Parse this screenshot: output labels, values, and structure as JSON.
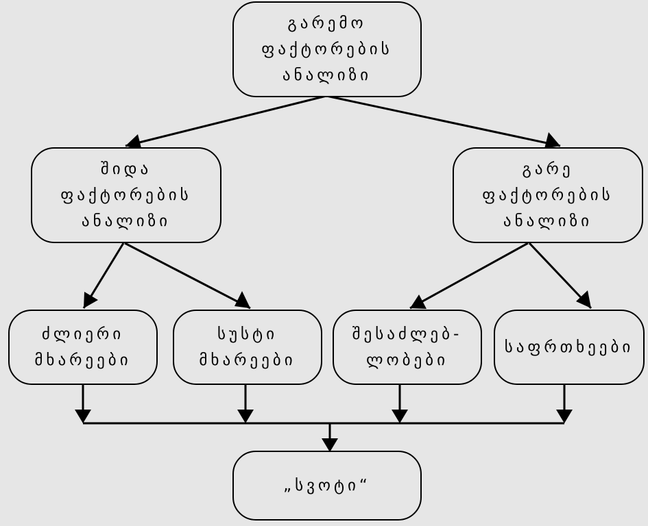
{
  "diagram": {
    "title": "",
    "nodes": {
      "env_analysis": {
        "lines": [
          "გარემო",
          "ფაქტორების",
          "ანალიზი"
        ]
      },
      "internal_analysis": {
        "lines": [
          "შიდა",
          "ფაქტორების",
          "ანალიზი"
        ]
      },
      "external_analysis": {
        "lines": [
          "გარე",
          "ფაქტორების",
          "ანალიზი"
        ]
      },
      "strengths": {
        "lines": [
          "ძლიერი",
          "მხარეები"
        ]
      },
      "weaknesses": {
        "lines": [
          "სუსტი",
          "მხარეები"
        ]
      },
      "opportunities": {
        "lines": [
          "შესაძლებ-",
          "ლობები"
        ]
      },
      "threats": {
        "lines": [
          "საფრთხეები"
        ]
      },
      "swot": {
        "lines": [
          "„სვოტი“"
        ]
      }
    },
    "edges": [
      {
        "from": "env_analysis",
        "to": "internal_analysis"
      },
      {
        "from": "env_analysis",
        "to": "external_analysis"
      },
      {
        "from": "internal_analysis",
        "to": "strengths"
      },
      {
        "from": "internal_analysis",
        "to": "weaknesses"
      },
      {
        "from": "external_analysis",
        "to": "opportunities"
      },
      {
        "from": "external_analysis",
        "to": "threats"
      },
      {
        "from": "strengths",
        "to": "swot"
      },
      {
        "from": "weaknesses",
        "to": "swot"
      },
      {
        "from": "opportunities",
        "to": "swot"
      },
      {
        "from": "threats",
        "to": "swot"
      }
    ]
  }
}
